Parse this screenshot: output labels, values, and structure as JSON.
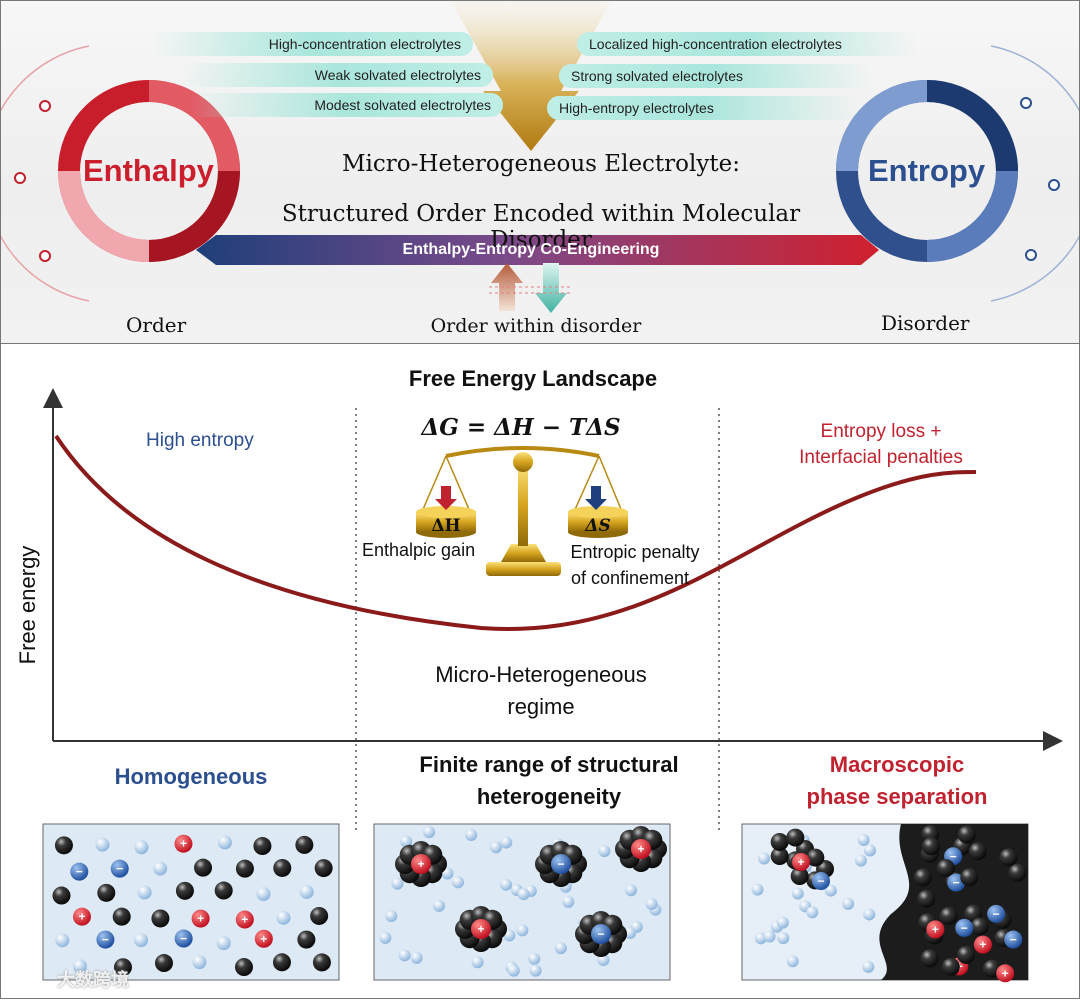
{
  "top": {
    "left_labels": [
      "High-concentration electrolytes",
      "Weak solvated electrolytes",
      "Modest solvated electrolytes"
    ],
    "right_labels": [
      "Localized high-concentration electrolytes",
      "Strong solvated electrolytes",
      "High-entropy electrolytes"
    ],
    "enthalpy_label": "Enthalpy",
    "entropy_label": "Entropy",
    "title_line1": "Micro-Heterogeneous Electrolyte:",
    "title_line2": "Structured Order Encoded within Molecular Disorder",
    "banner_label": "Enthalpy-Entropy  Co-Engineering",
    "order_label": "Order",
    "order_within_disorder_label": "Order within disorder",
    "disorder_label": "Disorder",
    "colors": {
      "enthalpy": "#cc1f2e",
      "entropy": "#2b4f8f",
      "teal": "#a9e6dc",
      "gold": "#c08a1a"
    }
  },
  "bottom": {
    "title": "Free Energy Landscape",
    "y_axis_label": "Free energy",
    "high_entropy_label": "High entropy",
    "equation": "ΔG = ΔH − TΔS",
    "dh_label": "ΔH",
    "ds_label": "ΔS",
    "enthalpic_gain_label": "Enthalpic gain",
    "entropic_penalty_line1": "Entropic penalty",
    "entropic_penalty_line2": "of confinement",
    "entropy_loss_line1": "Entropy loss +",
    "entropy_loss_line2": "Interfacial penalties",
    "regime_line1": "Micro-Heterogeneous",
    "regime_line2": "regime",
    "homogeneous_label": "Homogeneous",
    "finite_range_line1": "Finite range of structural",
    "finite_range_line2": "heterogeneity",
    "macroscopic_line1": "Macroscopic",
    "macroscopic_line2": "phase separation",
    "watermark": "大数跨境",
    "colors": {
      "blue_text": "#2b4f8f",
      "red_text": "#c0222f",
      "curve": "#8b1a1a"
    }
  }
}
